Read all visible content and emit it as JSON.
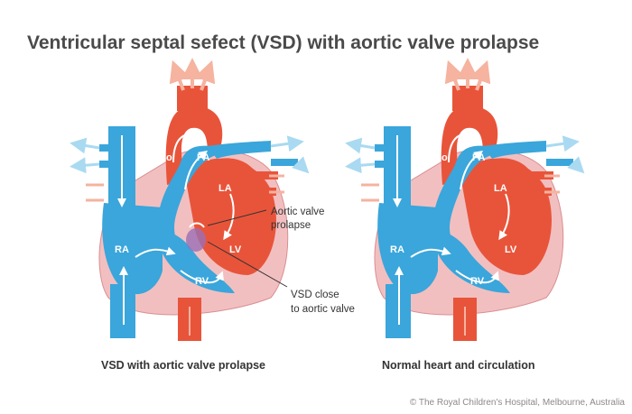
{
  "title": "Ventricular septal sefect (VSD) with aortic valve prolapse",
  "diagrams": [
    {
      "caption": "VSD with aortic valve prolapse",
      "labels": {
        "ao": "Ao",
        "pa": "PA",
        "la": "LA",
        "lv": "LV",
        "ra": "RA",
        "rv": "RV"
      },
      "callouts": {
        "valve_line1": "Aortic valve",
        "valve_line2": "prolapse",
        "vsd_line1": "VSD close",
        "vsd_line2": "to aortic valve"
      }
    },
    {
      "caption": "Normal heart and circulation",
      "labels": {
        "ao": "Ao",
        "pa": "PA",
        "la": "LA",
        "lv": "LV",
        "ra": "RA",
        "rv": "RV"
      }
    }
  ],
  "copyright": "© The Royal Children's Hospital, Melbourne, Australia",
  "colors": {
    "oxygenated": "#e8543a",
    "deoxygenated": "#3aa6db",
    "arrow_red": "#f5b3a0",
    "arrow_blue": "#a9daf1",
    "pericardium": "#f2bfc0",
    "vsd": "#9b6fb5"
  }
}
